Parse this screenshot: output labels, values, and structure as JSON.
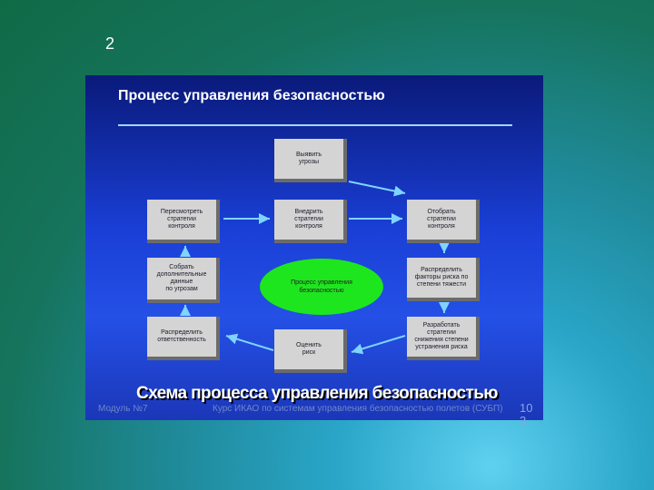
{
  "slide_number": "2",
  "title": "Процесс управления безопасностью",
  "boxes": {
    "identify": "Выявить\nугрозы",
    "review": "Пересмотреть\nстратегии\nконтроля",
    "implement": "Внедрить\nстратегии\nконтроля",
    "select": "Отобрать\nстратегии\nконтроля",
    "collect": "Собрать\nдополнительные\nданные\nпо угрозам",
    "distribute": "Распределить\nфакторы риска по\nстепени тяжести",
    "allocate": "Распределить\nответственность",
    "assess": "Оценить\nриск",
    "develop": "Разработать стратегии\nснижения степени\nустранения риска"
  },
  "center": "Процесс управления\nбезопасностью",
  "caption": "Схема процесса управления безопасностью",
  "footer": {
    "module": "Модуль №7",
    "course": "Курс ИКАО по системам управления безопасностью полетов (СУБП)",
    "page": "10\n3"
  },
  "colors": {
    "arrow": "#7fd4ff",
    "ellipse": "#1ee61e",
    "box": "#d4d4d4"
  }
}
